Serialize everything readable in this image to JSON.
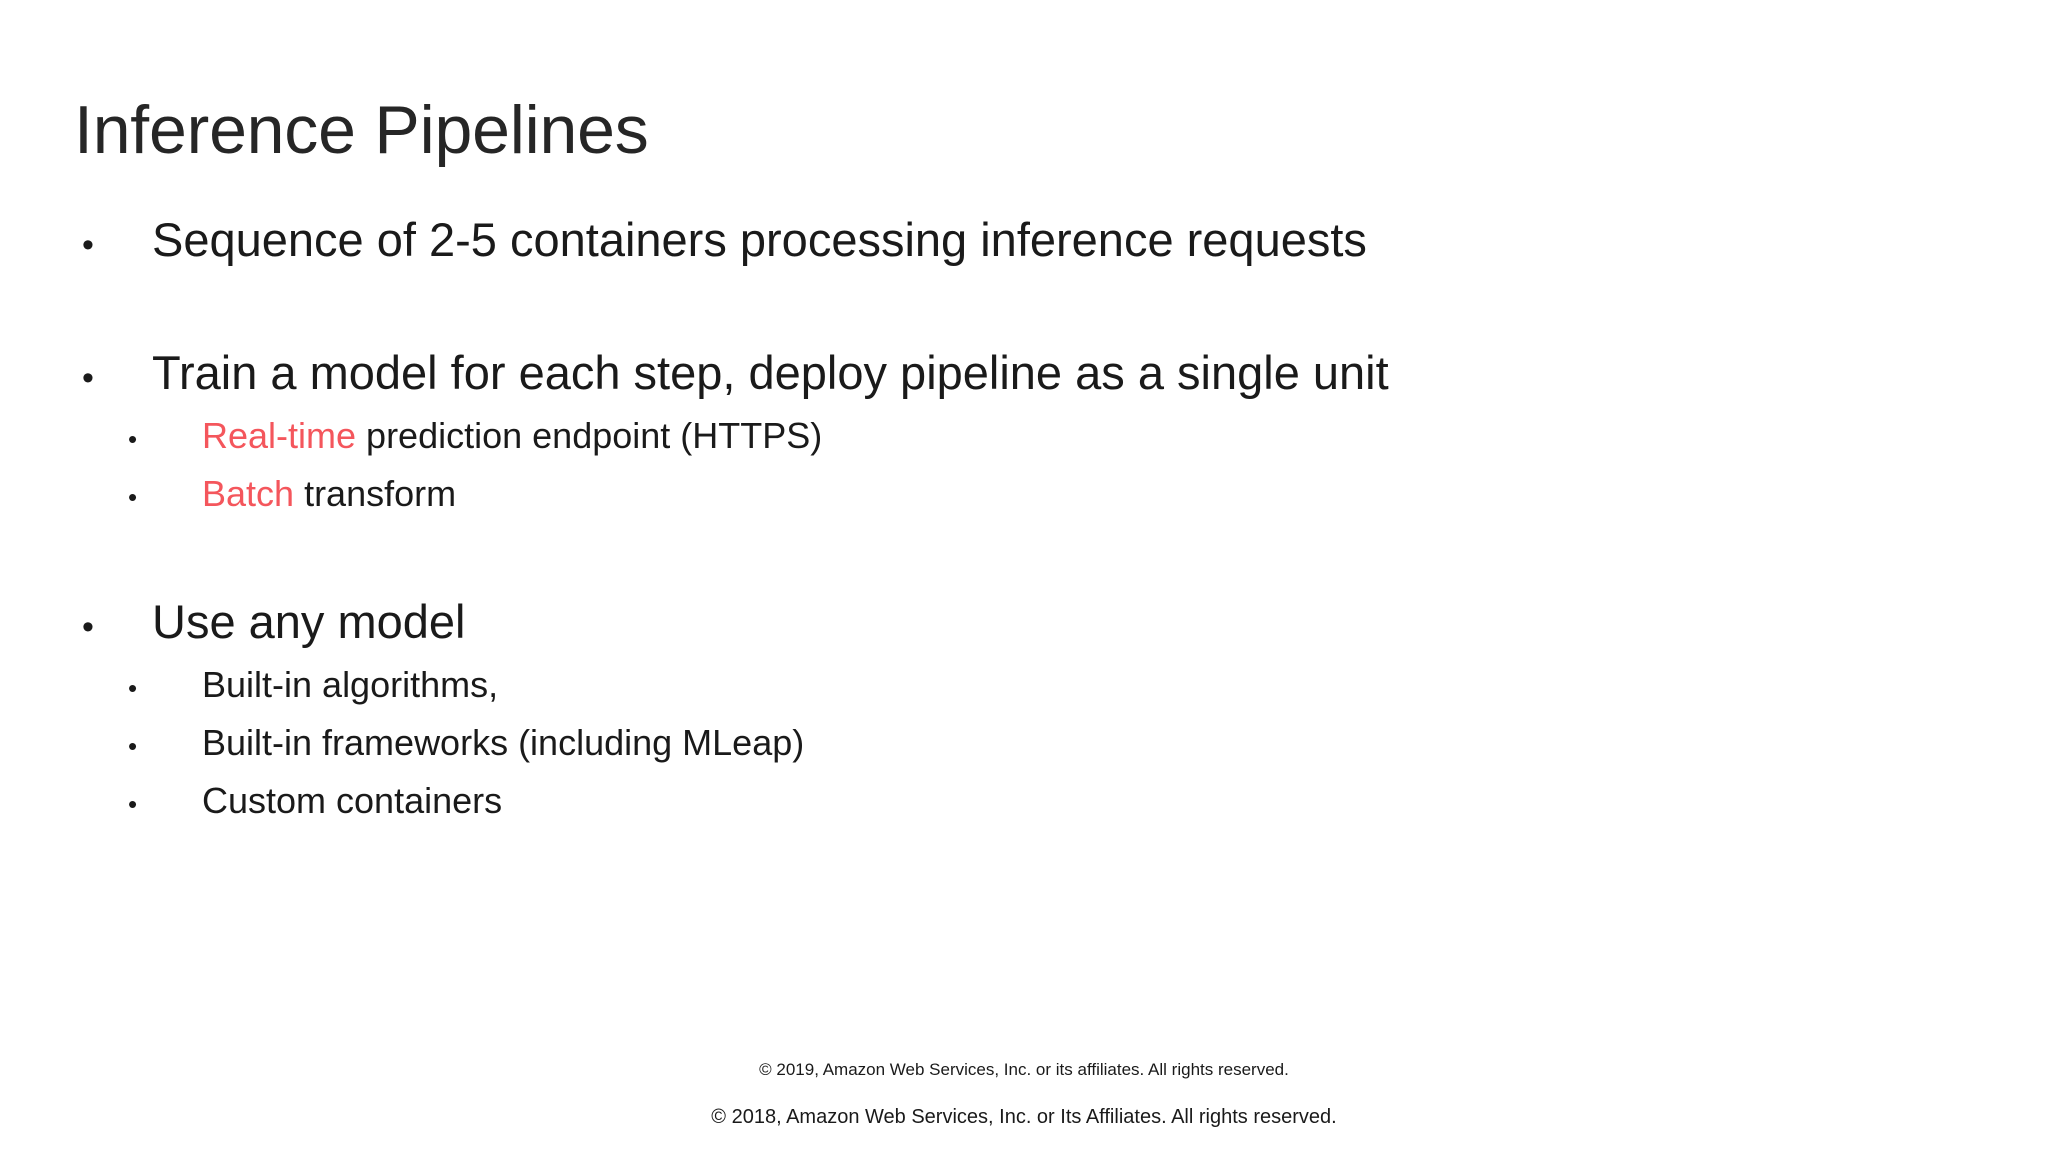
{
  "slide": {
    "title": "Inference Pipelines",
    "background_color": "#ffffff",
    "text_color": "#1a1a1a",
    "accent_color": "#f4565c",
    "bullet_glyph": "•"
  },
  "content": {
    "bullets": [
      {
        "level": 1,
        "text": "Sequence of 2-5 containers processing inference requests"
      },
      {
        "level": 1,
        "text": "Train a model for each step, deploy pipeline as a single unit"
      },
      {
        "level": 2,
        "highlight": "Real-time",
        "text": " prediction endpoint (HTTPS)"
      },
      {
        "level": 2,
        "highlight": "Batch",
        "text": " transform"
      },
      {
        "level": 1,
        "text": "Use any model"
      },
      {
        "level": 2,
        "text": "Built-in algorithms,"
      },
      {
        "level": 2,
        "text": "Built-in frameworks (including MLeap)"
      },
      {
        "level": 2,
        "text": "Custom containers"
      }
    ]
  },
  "footer": {
    "line1": "© 2019, Amazon Web Services, Inc. or its affiliates. All rights reserved.",
    "line2": "© 2018, Amazon Web Services, Inc. or Its Affiliates. All rights reserved."
  }
}
